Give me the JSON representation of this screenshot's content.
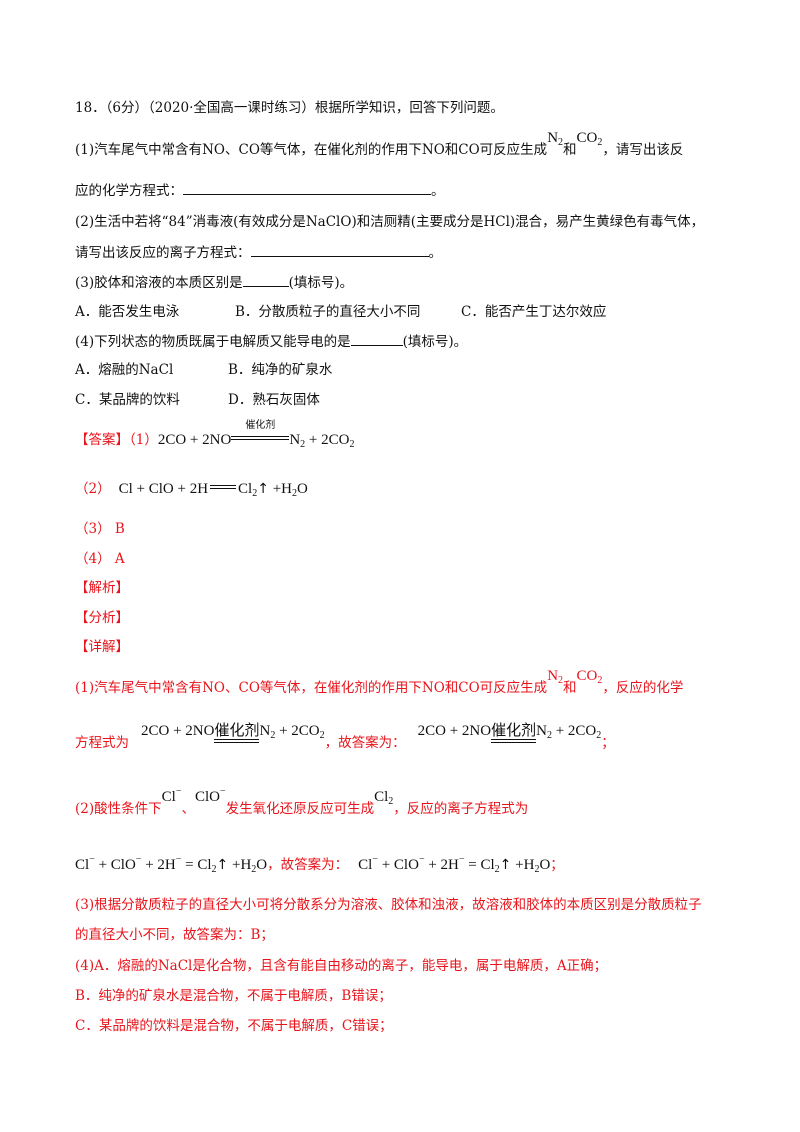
{
  "question": {
    "header": "18．（6分）（2020·全国高一课时练习）根据所学知识，回答下列问题。",
    "q1_a": "(1)汽车尾气中常含有NO、CO等气体，在催化剂的作用下NO和CO可反应生成",
    "q1_n2": "N",
    "q1_and": "和",
    "q1_co2": "CO",
    "q1_b": "，请写出该反",
    "q1_c": "应的化学方程式：",
    "q1_end": "。",
    "q2_a": "(2)生活中若将“84”消毒液(有效成分是NaClO)和洁厕精(主要成分是HCl)混合，易产生黄绿色有毒气体，",
    "q2_b": "请写出该反应的离子方程式：",
    "q2_end": "。",
    "q3": "(3)胶体和溶液的本质区别是",
    "q3_end": "(填标号)。",
    "q3_opts": [
      "A．能否发生电泳",
      "B．分散质粒子的直径大小不同",
      "C．能否产生丁达尔效应"
    ],
    "q4": "(4)下列状态的物质既属于电解质又能导电的是",
    "q4_end": "(填标号)。",
    "q4_opts": [
      "A．熔融的NaCl",
      "B．纯净的矿泉水",
      "C．某品牌的饮料",
      "D．熟石灰固体"
    ]
  },
  "answer": {
    "label": "【答案】",
    "a1_no": "（1）",
    "a1_left": "2CO + 2NO",
    "a1_cond": "催化剂",
    "a1_right_n": "N",
    "a1_right_co": " + 2CO",
    "a2_no": "（2）",
    "a2_eq": "Cl  + ClO  + 2H",
    "a2_cl2": "Cl",
    "a2_h2o": " +H",
    "a2_o": "O",
    "a3": "（3） B",
    "a4": "（4） A",
    "analysis_label": "【解析】",
    "fenxi_label": "【分析】",
    "detail_label": "【详解】"
  },
  "detail": {
    "d1_a": "(1)汽车尾气中常含有NO、CO等气体，在催化剂的作用下NO和CO可反应生成",
    "d1_n2": "N",
    "d1_and": "和",
    "d1_co2": "CO",
    "d1_b": "，反应的化学",
    "d1_c": "方程式为",
    "d1_eq_left": "2CO + 2NO",
    "d1_eq_cond": "催化剂",
    "d1_eq_right": "N",
    "d1_eq_right2": " + 2CO",
    "d1_sep": "，故答案为：",
    "d1_semicolon": "；",
    "d2_a": "(2)酸性条件下",
    "d2_cl": "Cl",
    "d2_sep": "、",
    "d2_clo": "ClO",
    "d2_b": "发生氧化还原反应可生成",
    "d2_cl2": "Cl",
    "d2_c": "，反应的离子方程式为",
    "d2_eq": "Cl",
    "d2_sep2": "，故答案为：",
    "d2_semicolon": "；",
    "d3_a": "(3)根据分散质粒子的直径大小可将分散系分为溶液、胶体和浊液，故溶液和胶体的本质区别是分散质粒子",
    "d3_b": "的直径大小不同，故答案为：B；",
    "d4_a": "(4)A．熔融的NaCl是化合物，且含有能自由移动的离子，能导电，属于电解质，A正确；",
    "d4_b": "B．纯净的矿泉水是混合物，不属于电解质，B错误；",
    "d4_c": "C．某品牌的饮料是混合物，不属于电解质，C错误；"
  }
}
